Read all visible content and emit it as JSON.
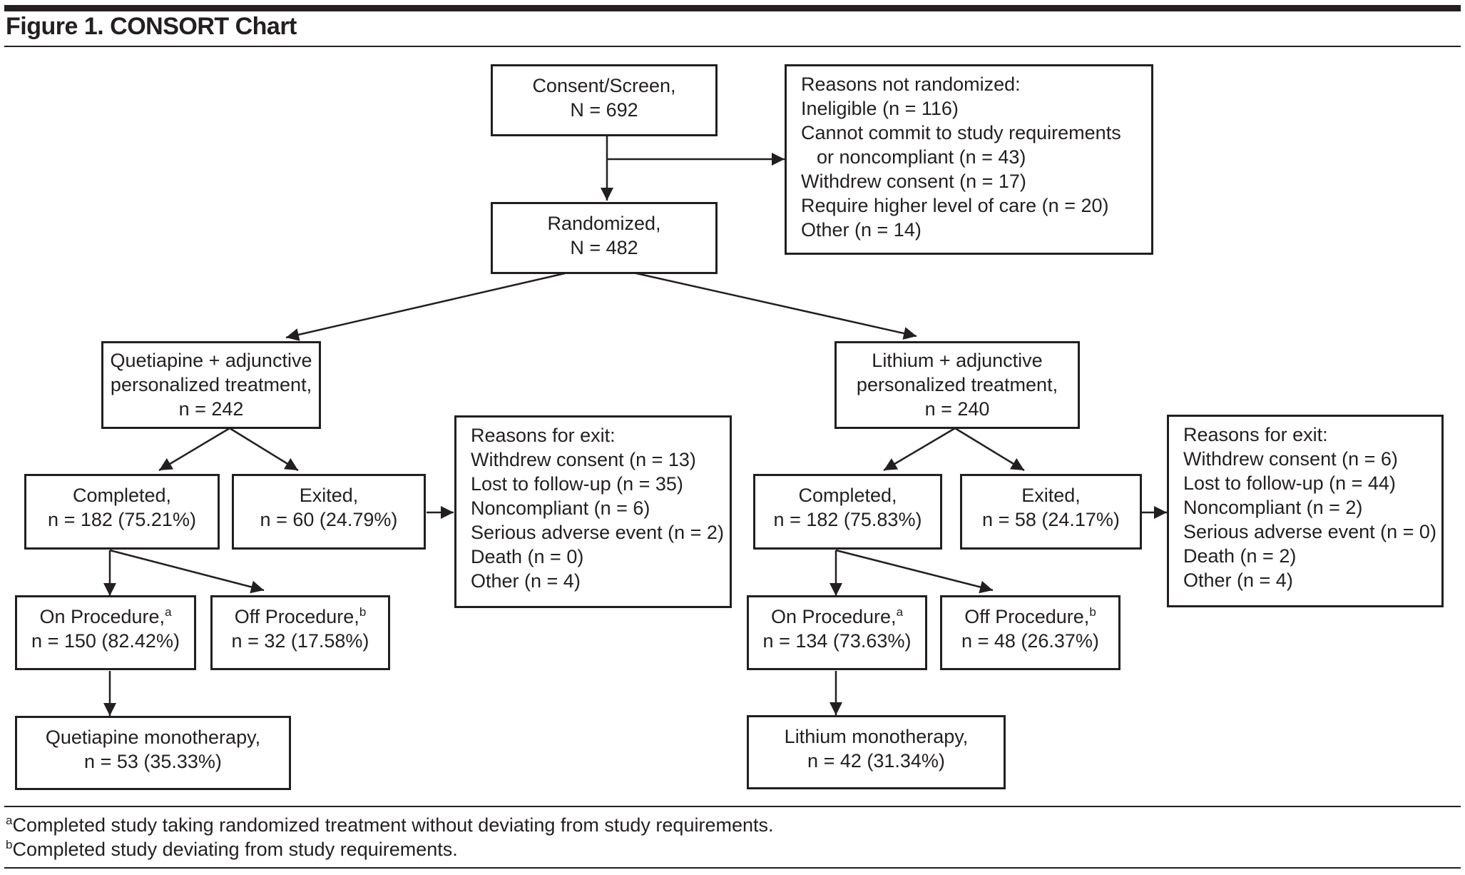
{
  "figure": {
    "title": "Figure 1. CONSORT Chart"
  },
  "consent": {
    "line1": "Consent/Screen,",
    "line2": "N = 692"
  },
  "not_randomized": {
    "heading": "Reasons not randomized:",
    "items": [
      "Ineligible (n = 116)",
      "Cannot commit to study requirements",
      "or noncompliant (n = 43)",
      "Withdrew consent (n = 17)",
      "Require higher level of care (n = 20)",
      "Other (n = 14)"
    ]
  },
  "randomized": {
    "line1": "Randomized,",
    "line2": "N = 482"
  },
  "quetiapine": {
    "arm": [
      "Quetiapine + adjunctive",
      "personalized treatment,",
      "n = 242"
    ],
    "completed": [
      "Completed,",
      "n = 182 (75.21%)"
    ],
    "exited": [
      "Exited,",
      "n = 60 (24.79%)"
    ],
    "exit_reasons": {
      "heading": "Reasons for exit:",
      "items": [
        "Withdrew consent (n = 13)",
        "Lost to follow-up (n = 35)",
        "Noncompliant (n = 6)",
        "Serious adverse event (n = 2)",
        "Death (n = 0)",
        "Other (n = 4)"
      ]
    },
    "on_procedure": {
      "label": "On Procedure,",
      "sup": "a",
      "value": "n = 150 (82.42%)"
    },
    "off_procedure": {
      "label": "Off Procedure,",
      "sup": "b",
      "value": "n = 32 (17.58%)"
    },
    "monotherapy": [
      "Quetiapine monotherapy,",
      "n = 53 (35.33%)"
    ]
  },
  "lithium": {
    "arm": [
      "Lithium + adjunctive",
      "personalized treatment,",
      "n = 240"
    ],
    "completed": [
      "Completed,",
      "n = 182 (75.83%)"
    ],
    "exited": [
      "Exited,",
      "n = 58 (24.17%)"
    ],
    "exit_reasons": {
      "heading": "Reasons for exit:",
      "items": [
        "Withdrew consent (n = 6)",
        "Lost to follow-up (n = 44)",
        "Noncompliant (n = 2)",
        "Serious adverse event (n = 0)",
        "Death (n = 2)",
        "Other (n = 4)"
      ]
    },
    "on_procedure": {
      "label": "On Procedure,",
      "sup": "a",
      "value": "n = 134 (73.63%)"
    },
    "off_procedure": {
      "label": "Off Procedure,",
      "sup": "b",
      "value": "n = 48 (26.37%)"
    },
    "monotherapy": [
      "Lithium monotherapy,",
      "n = 42 (31.34%)"
    ]
  },
  "footnotes": [
    {
      "mark": "a",
      "text": "Completed study taking randomized treatment without deviating from study requirements."
    },
    {
      "mark": "b",
      "text": "Completed study deviating from study requirements."
    }
  ],
  "colors": {
    "ink": "#231f20",
    "background": "#ffffff"
  }
}
